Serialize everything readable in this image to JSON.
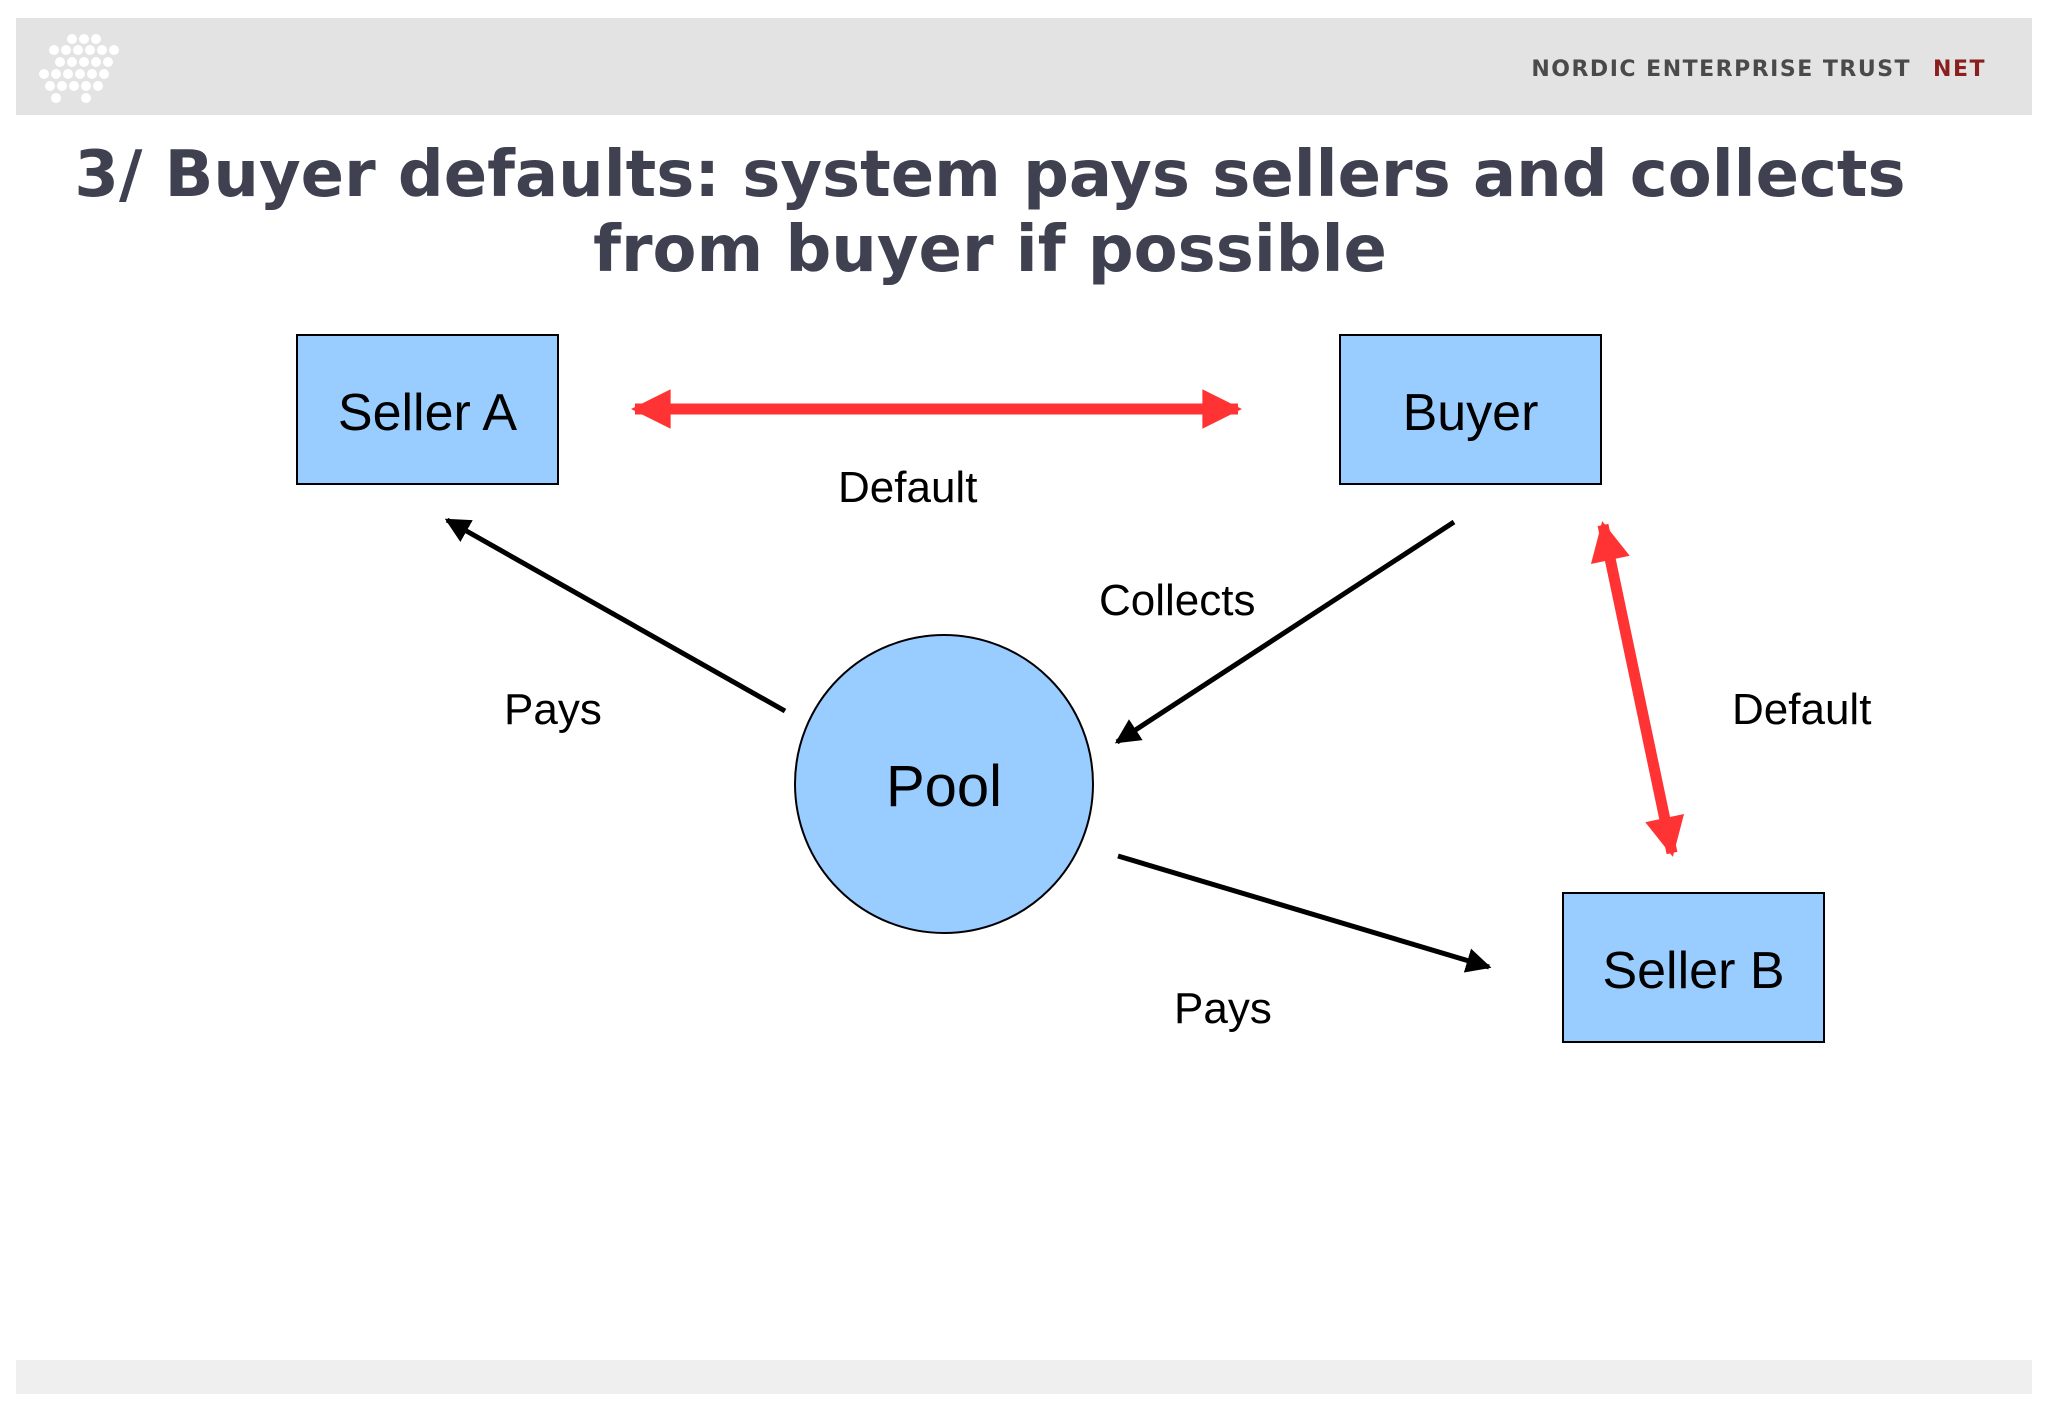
{
  "header": {
    "brand_name": "NORDIC ENTERPRISE TRUST",
    "brand_abbr": "NET"
  },
  "slide": {
    "title_line1": "3/ Buyer defaults: system pays sellers and collects",
    "title_line2": "from buyer if possible"
  },
  "diagram": {
    "nodes": {
      "seller_a": "Seller A",
      "buyer": "Buyer",
      "pool": "Pool",
      "seller_b": "Seller B"
    },
    "edges": {
      "default_top": "Default",
      "collects": "Collects",
      "pays_a": "Pays",
      "default_right": "Default",
      "pays_b": "Pays"
    }
  },
  "colors": {
    "node_fill": "#99ccff",
    "default_arrow": "#ff3333",
    "flow_arrow": "#000000",
    "title": "#3f4150",
    "brand_accent": "#8a1f1f"
  }
}
